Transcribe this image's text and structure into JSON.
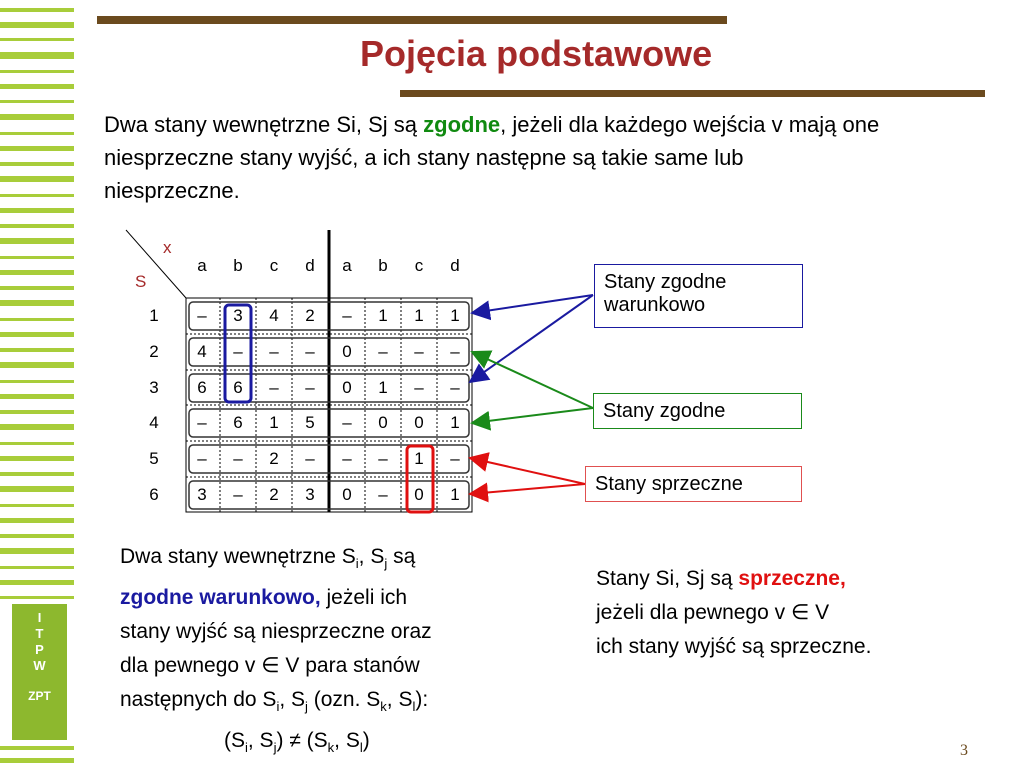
{
  "title": "Pojęcia podstawowe",
  "intro": {
    "part1": "Dwa stany wewnętrzne Si, Sj są ",
    "bold": "zgodne",
    "part2": ", jeżeli dla każdego wejścia v mają one niesprzeczne stany wyjść, a ich stany następne są takie same lub niesprzeczne."
  },
  "table": {
    "x_label": "x",
    "s_label": "S",
    "columns": [
      "a",
      "b",
      "c",
      "d",
      "a",
      "b",
      "c",
      "d"
    ],
    "rows": [
      {
        "label": "1",
        "cells": [
          "–",
          "3",
          "4",
          "2",
          "–",
          "1",
          "1",
          "1"
        ]
      },
      {
        "label": "2",
        "cells": [
          "4",
          "–",
          "–",
          "–",
          "0",
          "–",
          "–",
          "–"
        ]
      },
      {
        "label": "3",
        "cells": [
          "6",
          "6",
          "–",
          "–",
          "0",
          "1",
          "–",
          "–"
        ]
      },
      {
        "label": "4",
        "cells": [
          "–",
          "6",
          "1",
          "5",
          "–",
          "0",
          "0",
          "1"
        ]
      },
      {
        "label": "5",
        "cells": [
          "–",
          "–",
          "2",
          "–",
          "–",
          "–",
          "1",
          "–"
        ]
      },
      {
        "label": "6",
        "cells": [
          "3",
          "–",
          "2",
          "3",
          "0",
          "–",
          "0",
          "1"
        ]
      }
    ]
  },
  "callouts": {
    "conditional_line1": "Stany zgodne",
    "conditional_line2": "warunkowo",
    "compatible": "Stany zgodne",
    "conflicting": "Stany sprzeczne"
  },
  "colors": {
    "blue": "#1a1aa0",
    "green": "#1a8a1a",
    "red": "#e01010",
    "title": "#a52a2a",
    "bar": "#6b4a1e"
  },
  "left_para": {
    "l1a": "Dwa stany wewnętrzne S",
    "l1_sub_i": "i",
    "l1b": ", S",
    "l1_sub_j": "j",
    "l1c": " są",
    "bold": "zgodne warunkowo,",
    "l2b": " jeżeli ich",
    "l3": "stany wyjść są niesprzeczne oraz",
    "l4": "dla pewnego v ∈ V para stanów",
    "l5a": "następnych do S",
    "l5_sub_i": "i",
    "l5b": ", S",
    "l5_sub_j": "j",
    "l5c": " (ozn. S",
    "l5_sub_k": "k",
    "l5d": ", S",
    "l5_sub_l": "l",
    "l5e": "):",
    "l6a": "(S",
    "l6_sub_i": "i",
    "l6b": ", S",
    "l6_sub_j": "j",
    "l6c": ") ≠ (S",
    "l6_sub_k": "k",
    "l6d": ", S",
    "l6_sub_l": "l",
    "l6e": ")"
  },
  "right_para": {
    "l1a": "Stany Si, Sj są ",
    "bold": "sprzeczne,",
    "l2": "jeżeli dla pewnego v ∈ V",
    "l3": "ich stany wyjść są sprzeczne."
  },
  "logo": {
    "letters": [
      "I",
      "T",
      "P",
      "W"
    ],
    "zpt": "ZPT"
  },
  "page_number": "3"
}
